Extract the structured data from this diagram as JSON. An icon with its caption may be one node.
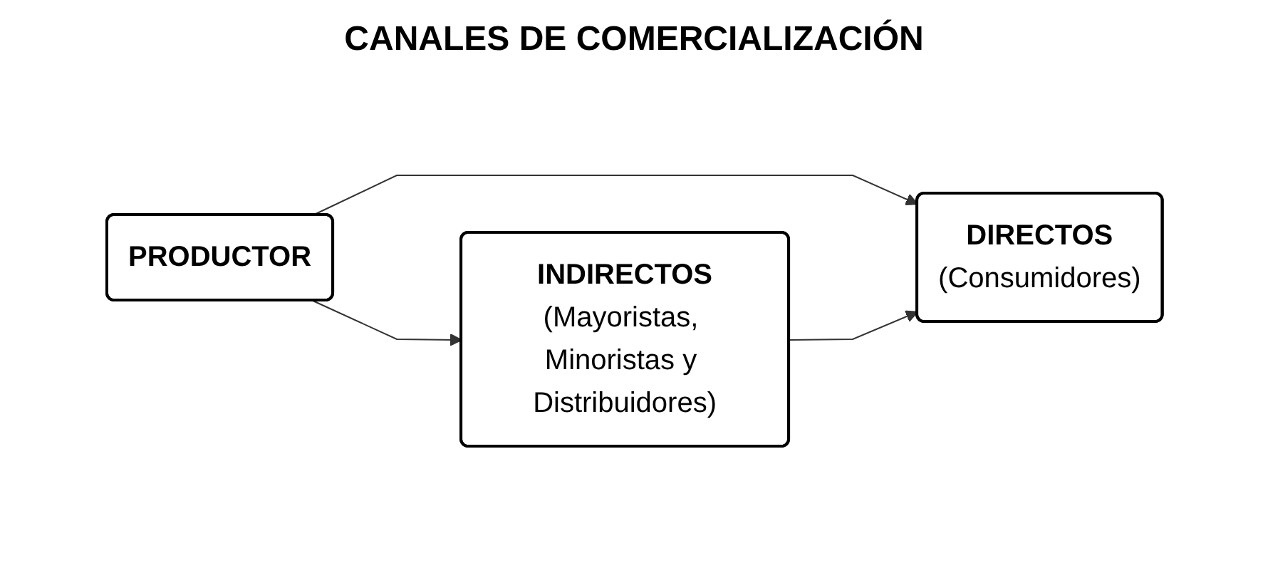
{
  "diagram": {
    "title": "CANALES DE COMERCIALIZACIÓN",
    "nodes": [
      {
        "text": [
          "PRODUCTOR"
        ]
      },
      {
        "text": [
          "DIRECTOS",
          "(Consumidores)"
        ]
      },
      {
        "text": [
          "INDIRECTOS",
          "(Mayoristas, Minoristas y Distribuidores)"
        ]
      }
    ],
    "edges": [
      {
        "from": 0,
        "to": 1,
        "arrow": "to"
      },
      {
        "from": 0,
        "to": 2,
        "arrow": "to"
      },
      {
        "from": 2,
        "to": 1,
        "arrow": "to"
      }
    ]
  }
}
